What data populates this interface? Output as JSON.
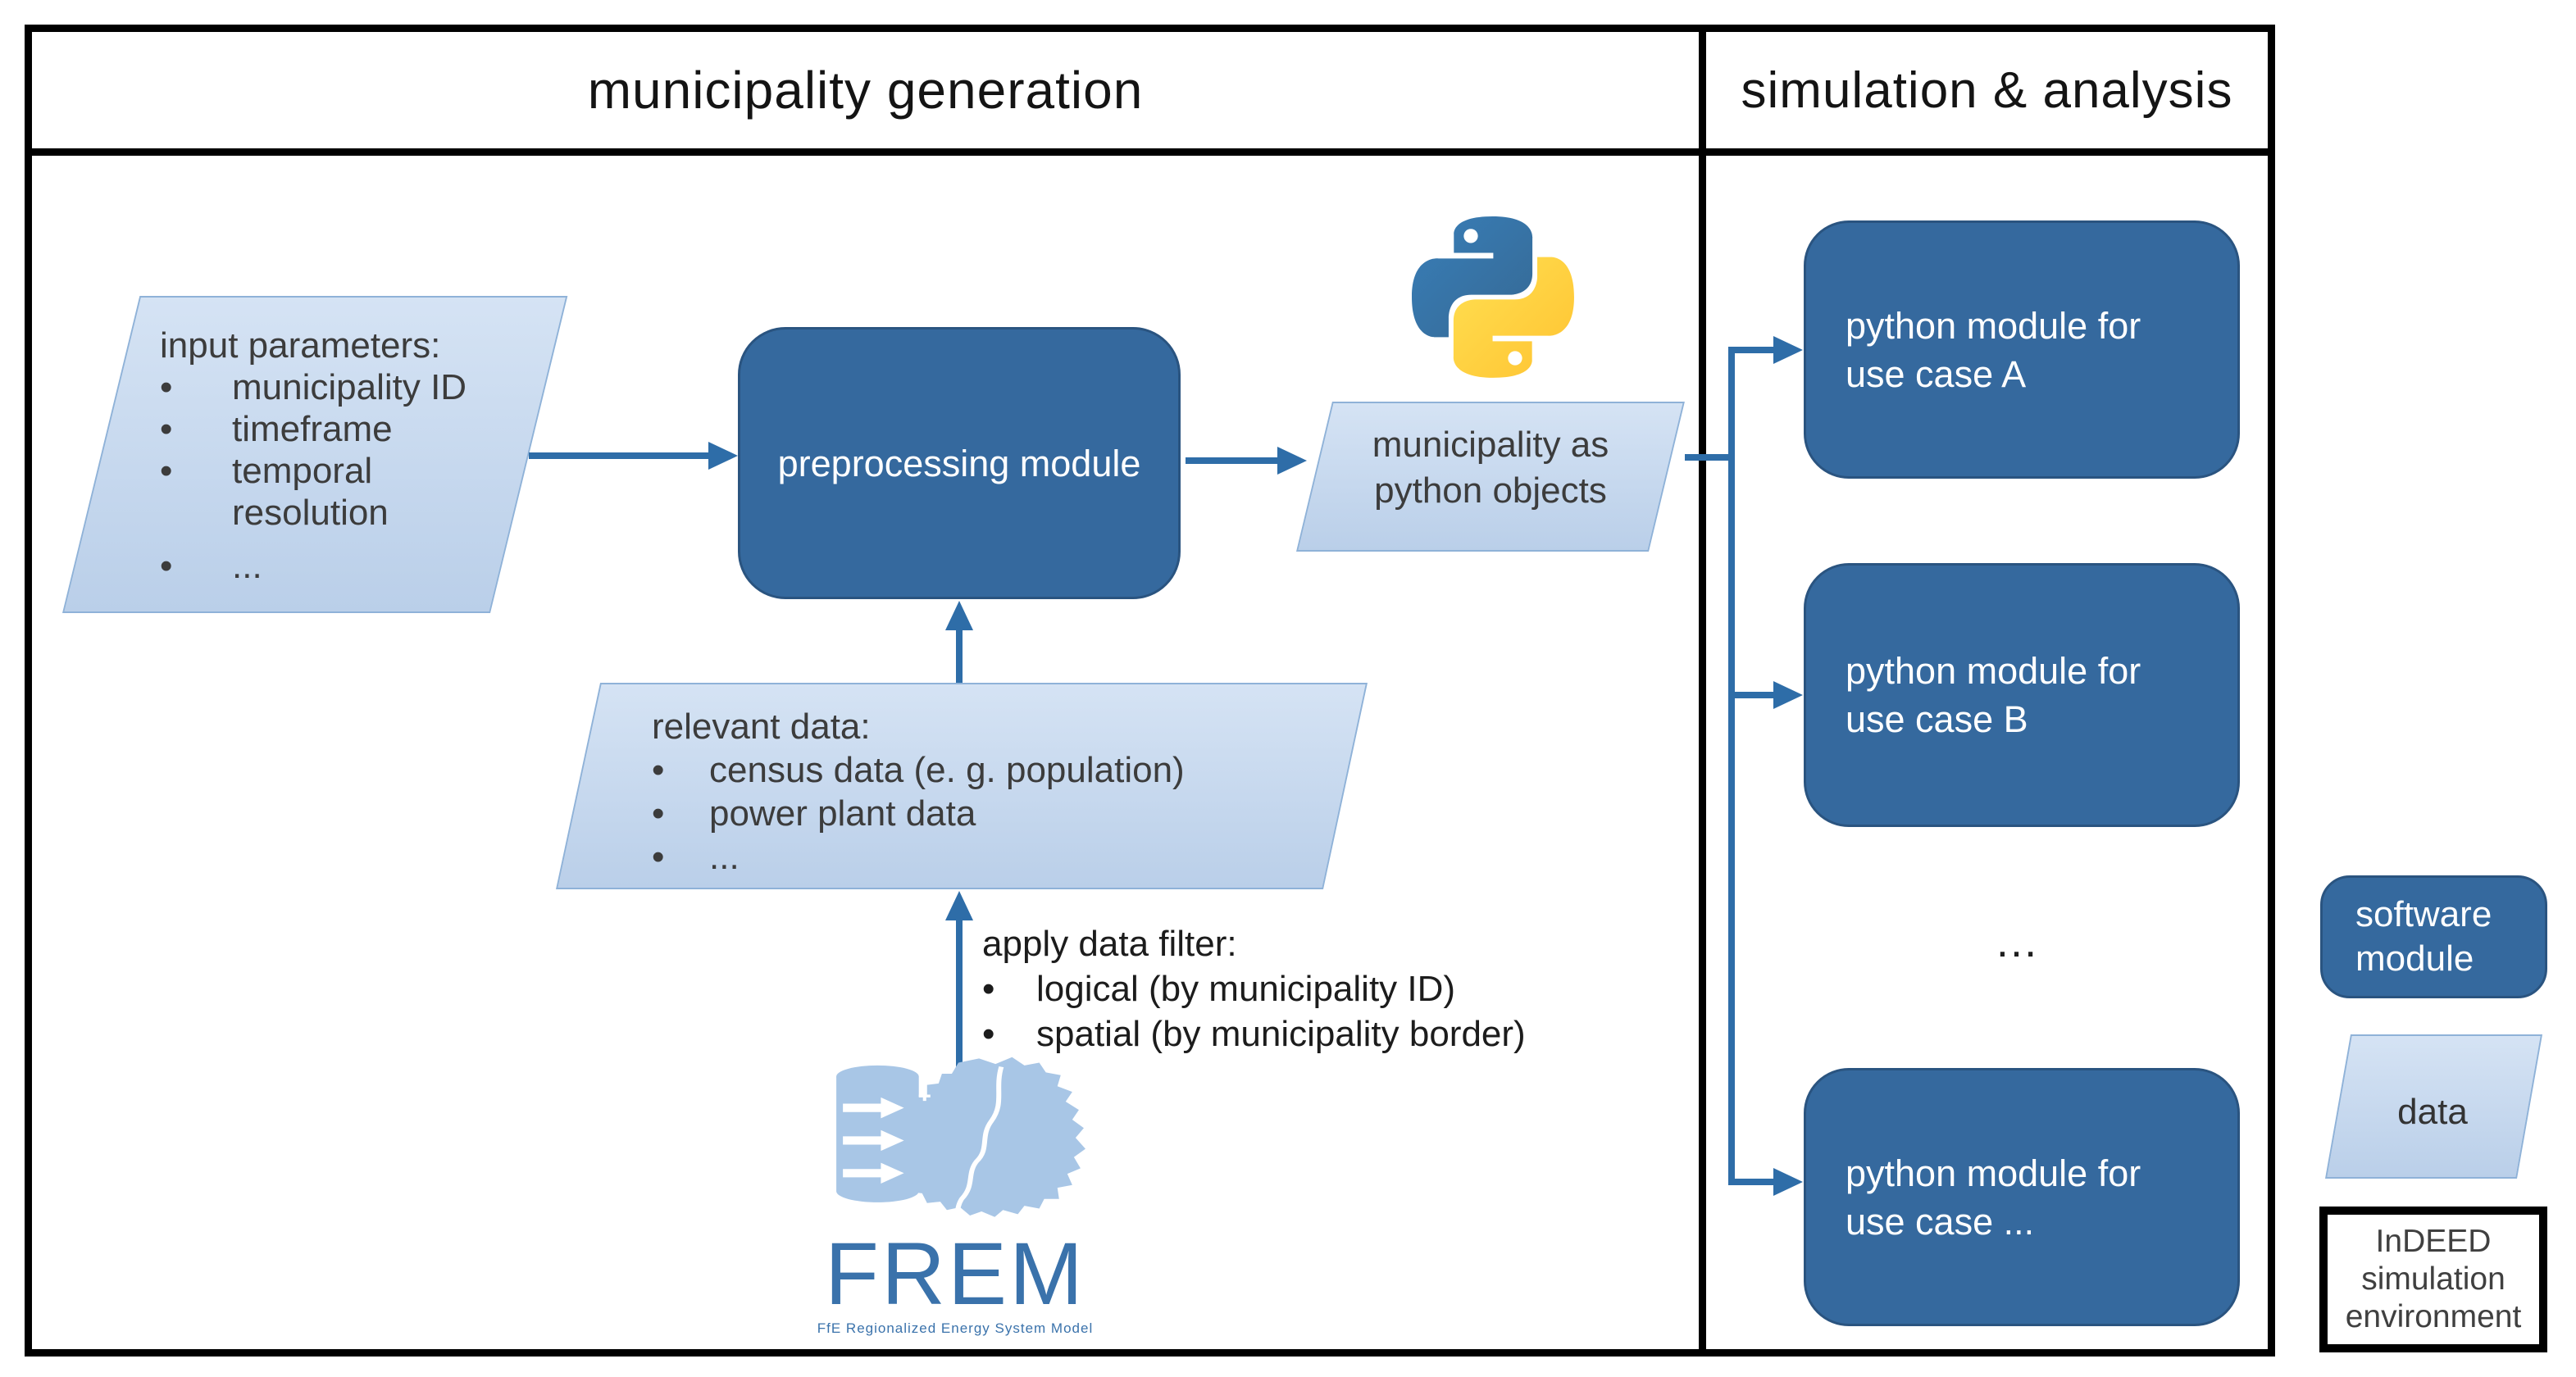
{
  "header": {
    "left_title": "municipality generation",
    "right_title": "simulation & analysis"
  },
  "input_parameters": {
    "title": "input parameters:",
    "bullet": "•",
    "items": [
      "municipality ID",
      "timeframe",
      "temporal resolution",
      "..."
    ]
  },
  "preprocessing": {
    "label": "preprocessing module"
  },
  "python_output": {
    "label": "municipality as python objects"
  },
  "relevant_data": {
    "title": "relevant data:",
    "bullet": "•",
    "items": [
      "census data (e. g. population)",
      "power plant data",
      "..."
    ]
  },
  "data_filter": {
    "title": "apply data filter:",
    "bullet": "•",
    "items": [
      "logical (by municipality ID)",
      "spatial (by municipality border)"
    ]
  },
  "frem": {
    "name": "FREM",
    "tagline": "FfE Regionalized Energy System Model"
  },
  "use_cases": {
    "module_a": "python module for use case A",
    "module_b": "python module for use case B",
    "module_more": "python module for use case ...",
    "ellipsis": "…"
  },
  "legend": {
    "software": "software module",
    "data": "data",
    "environment": "InDEED simulation environment"
  },
  "icons": {
    "python": "python-logo",
    "frem": "frem-database-map-logo"
  },
  "colors": {
    "module_fill": "#35699E",
    "module_border": "#2A5480",
    "data_fill": "#C7DAEE",
    "data_border": "#8FB2D8",
    "connector": "#2E6DA8",
    "python_blue": "#387EB8",
    "python_yellow": "#FFD43B",
    "frem_blue": "#3A72AB",
    "frem_light": "#A8C6E6"
  }
}
